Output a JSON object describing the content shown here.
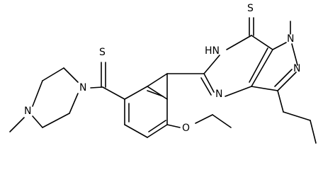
{
  "structure": {
    "atoms": {
      "thione_s_top": "S",
      "thioketone_s": "S",
      "nh": "HN",
      "n_methyl": "N",
      "n_pyrazole": "N",
      "n_pyrimidine": "N",
      "n_piperazine_1": "N",
      "n_piperazine_4": "N",
      "o_ethoxy": "O"
    }
  }
}
